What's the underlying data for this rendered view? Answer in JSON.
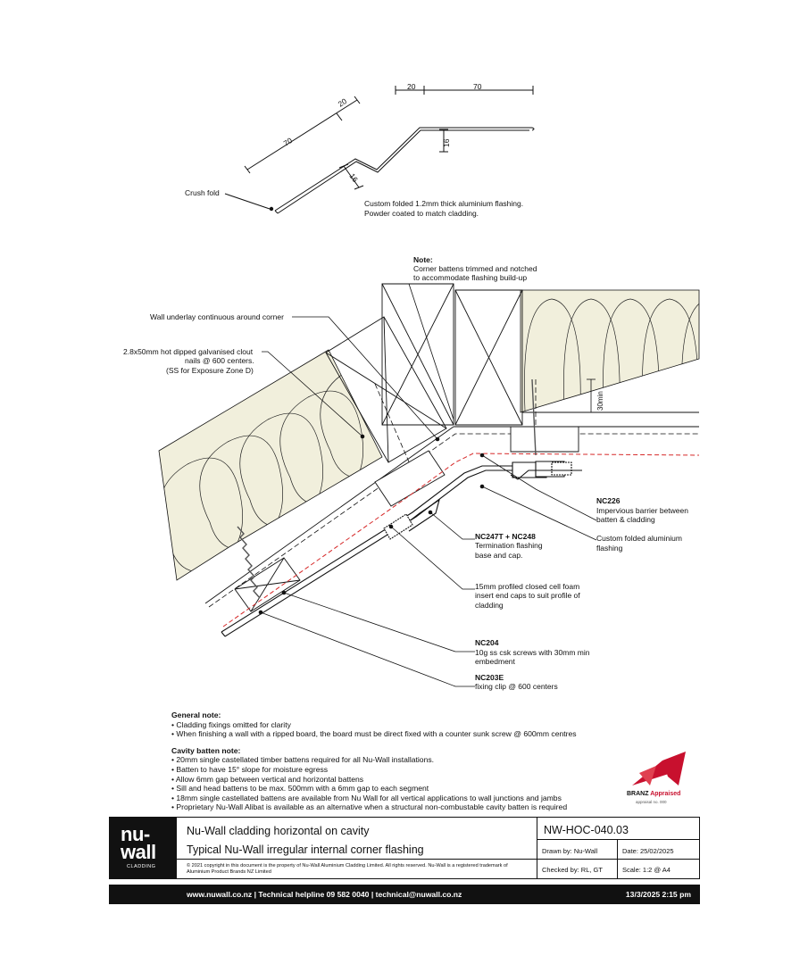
{
  "profile": {
    "dims": [
      "20",
      "70",
      "16",
      "70",
      "20",
      "16"
    ],
    "crush_fold": "Crush fold",
    "spec_line1": "Custom folded 1.2mm thick aluminium flashing.",
    "spec_line2": "Powder coated to match cladding."
  },
  "callouts": {
    "note_title": "Note:",
    "note_line1": "Corner battens trimmed and notched",
    "note_line2": "to accommodate flashing build-up",
    "underlay": "Wall underlay continuous around corner",
    "nails_line1": "2.8x50mm hot dipped galvanised clout",
    "nails_line2": "nails @ 600 centers.",
    "nails_line3": "(SS for Exposure Zone D)",
    "min30": "30min",
    "nc226_code": "NC226",
    "nc226_line1": "Impervious barrier between",
    "nc226_line2": "batten & cladding",
    "custom_line1": "Custom folded aluminium",
    "custom_line2": "flashing",
    "nc247_code": "NC247T + NC248",
    "nc247_line1": "Termination flashing",
    "nc247_line2": "base and cap.",
    "foam_line1": "15mm profiled closed cell foam",
    "foam_line2": "insert end caps to suit profile of",
    "foam_line3": "cladding",
    "nc204_code": "NC204",
    "nc204_line1": "10g ss csk screws with 30mm min",
    "nc204_line2": "embedment",
    "nc203_code": "NC203E",
    "nc203_line1": "fixing clip @ 600 centers"
  },
  "notes": {
    "general_title": "General note:",
    "general": [
      "• Cladding fixings omitted for clarity",
      "• When finishing a wall with a ripped board, the board must be direct fixed with a counter sunk screw @ 600mm centres"
    ],
    "cavity_title": "Cavity batten note:",
    "cavity": [
      "• 20mm single castellated timber battens required for all Nu-Wall installations.",
      "• Batten to have 15° slope for moisture egress",
      "• Allow 6mm gap between vertical and horizontal battens",
      "• Sill and head battens to be max. 500mm with a 6mm gap to each segment",
      "• 18mm single castellated battens are available from Nu Wall for all vertical applications to wall junctions and jambs",
      "• Proprietary Nu-Wall Alibat is available as an alternative when a structural non-combustable cavity batten is required"
    ]
  },
  "branz": {
    "brand": "BRANZ",
    "appraised": "Appraised",
    "sub": "appraisal no. 000"
  },
  "titleblock": {
    "logo_line1": "nu-",
    "logo_line2": "wall",
    "logo_sub": "CLADDING",
    "title1": "Nu-Wall cladding horizontal on cavity",
    "title2": "Typical Nu-Wall irregular internal corner flashing",
    "copyright": "© 2021 copyright in this document is the property of Nu-Wall Aluminium Cladding Limited. All rights reserved. Nu-Wall is a registered trademark of Aluminium Product Brands NZ Limited",
    "code": "NW-HOC-040.03",
    "drawn_by": "Drawn by: Nu-Wall",
    "date": "Date:    25/02/2025",
    "checked_by": "Checked by: RL, GT",
    "scale": "Scale:    1:2 @ A4"
  },
  "footer": {
    "contact": "www.nuwall.co.nz  |  Technical helpline 09 582 0040  |  technical@nuwall.co.nz",
    "timestamp": "13/3/2025 2:15 pm"
  },
  "colors": {
    "insulation": "#f1efdc",
    "red_dash": "#d62828",
    "ink": "#111111",
    "brand_red": "#c8102e"
  }
}
